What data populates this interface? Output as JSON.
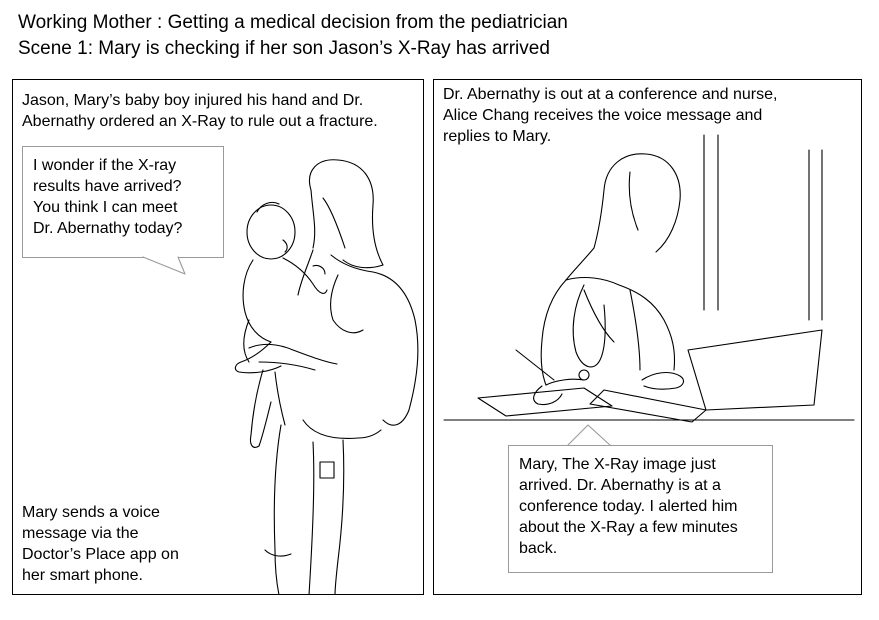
{
  "header": {
    "title_line1": "Working Mother : Getting a medical decision from the pediatrician",
    "title_line2": "Scene 1: Mary is checking if her son Jason’s X-Ray has arrived"
  },
  "panel_left": {
    "caption_top": "Jason, Mary’s baby boy injured his hand and Dr. Abernathy ordered an  X-Ray to rule out a fracture.",
    "bubble": {
      "line1": "I wonder if the X-ray",
      "line2": "results have arrived?",
      "line3": "You think I can meet",
      "line4": "Dr. Abernathy today?"
    },
    "caption_bottom": {
      "line1": "Mary sends a voice",
      "line2": "message via the",
      "line3": "Doctor’s Place app on",
      "line4": "her smart phone."
    }
  },
  "panel_right": {
    "caption_top": {
      "line1": "Dr. Abernathy is out at a conference and nurse,",
      "line2": "Alice Chang receives the voice message and",
      "line3": "replies to Mary."
    },
    "bubble": {
      "line1": "Mary, The X-Ray image just",
      "line2": "arrived. Dr. Abernathy is at a",
      "line3": "conference today. I alerted him",
      "line4": "about the X-Ray a few minutes",
      "line5": "back."
    }
  }
}
